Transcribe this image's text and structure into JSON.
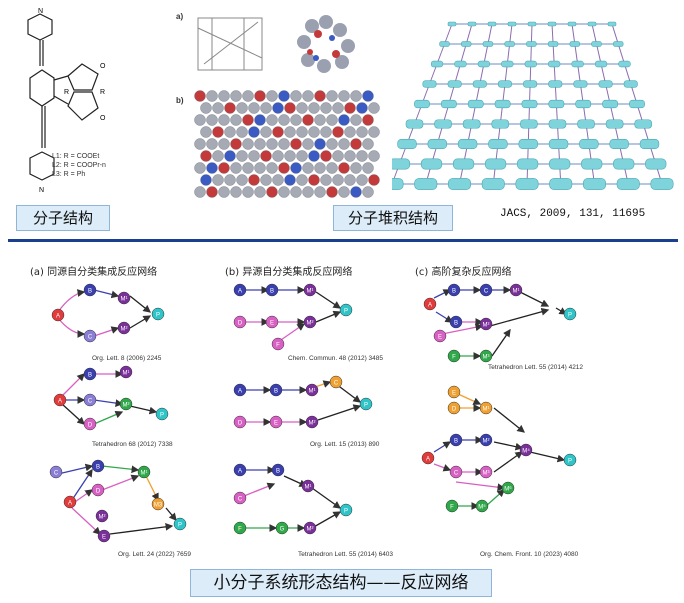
{
  "top": {
    "box_molecular": "分子结构",
    "box_stacking": "分子堆积结构",
    "journal_ref": "JACS, 2009, 131, 11695",
    "panel_a": "a)",
    "panel_b": "b)",
    "ligands": [
      "L1: R = COOEt",
      "L2: R = COOPr-n",
      "L3: R = Ph"
    ],
    "atom_R": "R",
    "atom_O": "O",
    "atom_N": "N"
  },
  "sections": {
    "a": "(a) 同源自分类集成反应网络",
    "b": "(b) 异源自分类集成反应网络",
    "c": "(c) 高阶复杂反应网络"
  },
  "refs": {
    "a1": "Org. Lett. 8 (2006) 2245",
    "a2": "Tetrahedron 68 (2012) 7338",
    "a3": "Org. Lett. 24 (2022) 7659",
    "b1": "Chem. Commun. 48 (2012) 3485",
    "b2": "Org. Lett. 15 (2013) 890",
    "b3": "Tetrahedron Lett. 55 (2014) 6403",
    "c1": "Tetrahedron Lett. 55 (2014) 4212",
    "c2": "Org. Chem. Front. 10 (2023) 4080"
  },
  "bottom_title": "小分子系统形态结构——反应网络",
  "colors": {
    "A": "#e23b3b",
    "B": "#3a3fb0",
    "C": "#8a7dd6",
    "M": "#7a2f9a",
    "P": "#2ec4c8",
    "D": "#d85fc3",
    "E": "#c9a3e0",
    "F": "#2fa84a",
    "O": "#f0a030",
    "lattice": "#7fd4dc",
    "frame": "#8fb6d9",
    "rule": "#1a3f8f"
  }
}
